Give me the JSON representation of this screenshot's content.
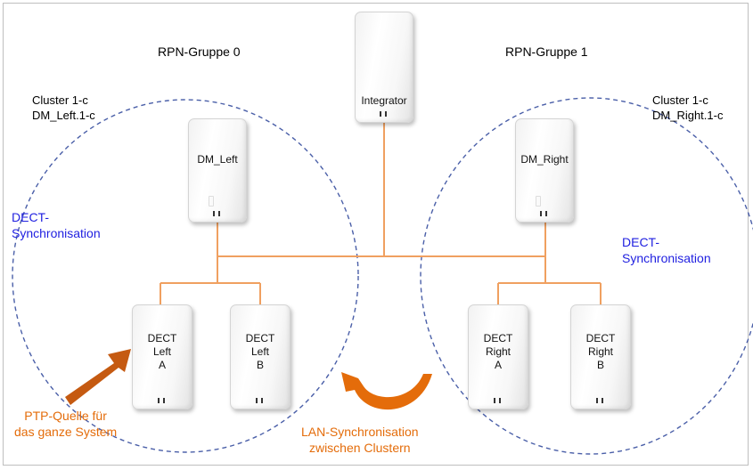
{
  "groups": {
    "left_title": "RPN-Gruppe 0",
    "right_title": "RPN-Gruppe 1"
  },
  "clusters": {
    "left_line1": "Cluster 1-c",
    "left_line2": "DM_Left.1-c",
    "right_line1": "Cluster 1-c",
    "right_line2": "DM_Right.1-c"
  },
  "sync": {
    "left_line1": "DECT-",
    "left_line2": "Synchronisation",
    "right_line1": "DECT-",
    "right_line2": "Synchronisation"
  },
  "devices": {
    "integrator": "Integrator",
    "dm_left": "DM_Left",
    "dm_right": "DM_Right",
    "left_a": [
      "DECT",
      "Left",
      "A"
    ],
    "left_b": [
      "DECT",
      "Left",
      "B"
    ],
    "right_a": [
      "DECT",
      "Right",
      "A"
    ],
    "right_b": [
      "DECT",
      "Right",
      "B"
    ]
  },
  "notes": {
    "ptp_line1": "PTP-Quelle für",
    "ptp_line2": "das ganze System",
    "lan_line1": "LAN-Synchronisation",
    "lan_line2": "zwischen Clustern"
  },
  "colors": {
    "blue_text": "#1f1fe0",
    "orange": "#e46c0a",
    "dashed_ellipse": "#4a5fa8",
    "wire": "#f0a060"
  }
}
